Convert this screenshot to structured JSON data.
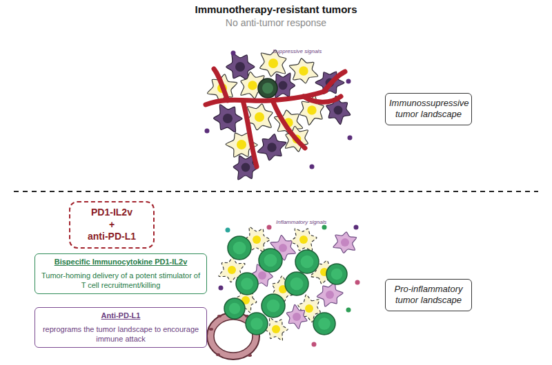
{
  "diagram": {
    "title": "Immunotherapy-resistant tumors",
    "nodes": [
      {
        "text": [
          "Immunossupressive tumor landscape"
        ]
      },
      {
        "text": [
          "PD1-IL2v + anti-PD-L1"
        ]
      },
      {
        "text": [
          "Bispecific Immunocytokine PD1-IL2v",
          "Tumor-homing delivery of a potent stimulator of T cell recruitment/killing"
        ]
      },
      {
        "text": [
          "Anti-PD-L1",
          "reprograms the tumor landscape to encourage immune attack"
        ]
      },
      {
        "text": [
          "Pro-inflammatory tumor landscape"
        ]
      }
    ],
    "labels": [
      "No anti-tumor response",
      "Suppressive signals",
      "Inflammatory signals"
    ]
  }
}
